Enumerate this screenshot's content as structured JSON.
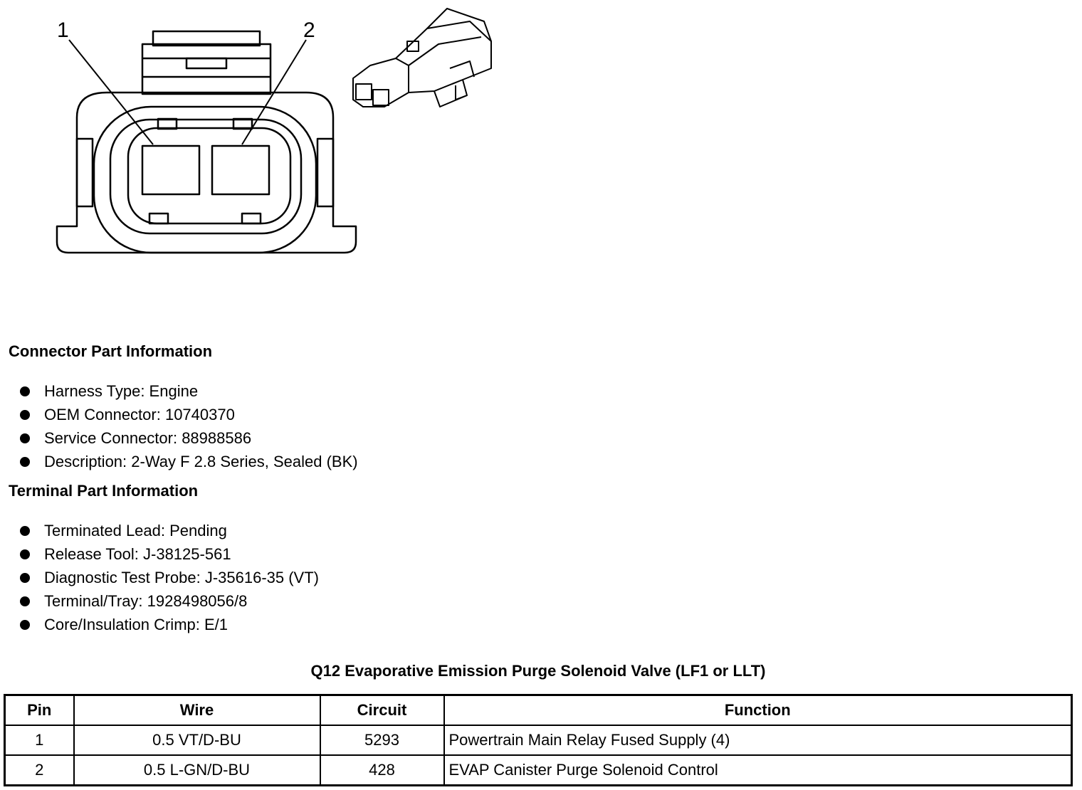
{
  "diagram": {
    "pin_labels": [
      "1",
      "2"
    ]
  },
  "connector_section": {
    "title": "Connector Part Information",
    "items": [
      "Harness Type: Engine",
      "OEM Connector: 10740370",
      "Service Connector: 88988586",
      "Description: 2-Way F 2.8 Series, Sealed (BK)"
    ]
  },
  "terminal_section": {
    "title": "Terminal Part Information",
    "items": [
      "Terminated Lead: Pending",
      "Release Tool: J-38125-561",
      "Diagnostic Test Probe: J-35616-35 (VT)",
      "Terminal/Tray: 1928498056/8",
      "Core/Insulation Crimp: E/1"
    ]
  },
  "table": {
    "title": "Q12 Evaporative Emission Purge Solenoid Valve (LF1 or LLT)",
    "headers": [
      "Pin",
      "Wire",
      "Circuit",
      "Function"
    ],
    "rows": [
      [
        "1",
        "0.5 VT/D-BU",
        "5293",
        "Powertrain Main Relay Fused Supply (4)"
      ],
      [
        "2",
        "0.5 L-GN/D-BU",
        "428",
        "EVAP Canister Purge Solenoid Control"
      ]
    ]
  }
}
